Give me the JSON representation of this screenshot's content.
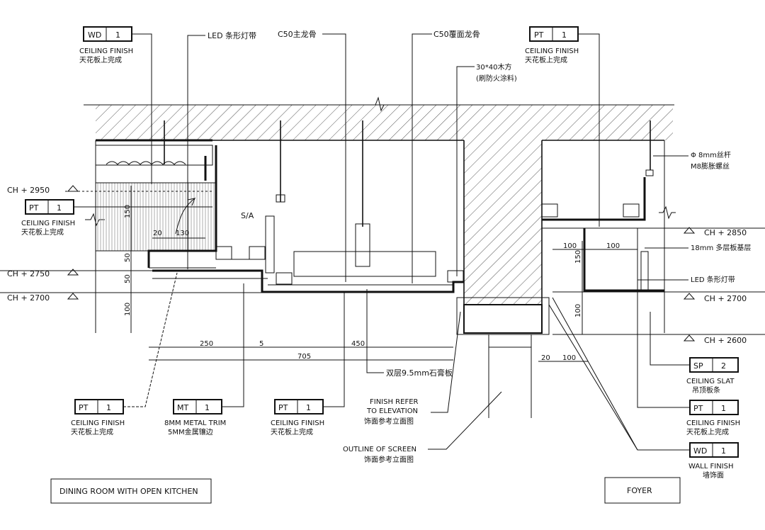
{
  "tags": {
    "wd_top": {
      "code": "WD",
      "num": "1",
      "en": "CEILING FINISH",
      "cn": "天花板上完成"
    },
    "pt_top": {
      "code": "PT",
      "num": "1",
      "en": "CEILING FINISH",
      "cn": "天花板上完成"
    },
    "pt_left": {
      "code": "PT",
      "num": "1",
      "en": "CEILING FINISH",
      "cn": "天花板上完成"
    },
    "pt_bottom1": {
      "code": "PT",
      "num": "1",
      "en": "CEILING FINISH",
      "cn": "天花板上完成"
    },
    "mt_bottom": {
      "code": "MT",
      "num": "1",
      "en": "8MM METAL TRIM",
      "cn": "5MM金属镶边"
    },
    "pt_bottom2": {
      "code": "PT",
      "num": "1",
      "en": "CEILING FINISH",
      "cn": "天花板上完成"
    },
    "sp_right": {
      "code": "SP",
      "num": "2",
      "en": "CEILING SLAT",
      "cn": "吊顶板条"
    },
    "pt_right": {
      "code": "PT",
      "num": "1",
      "en": "CEILING FINISH",
      "cn": "天花板上完成"
    },
    "wd_right": {
      "code": "WD",
      "num": "1",
      "en": "WALL FINISH",
      "cn": "墙饰面"
    }
  },
  "notes": {
    "led": "LED 条形灯带",
    "c50_a": "C50主龙骨",
    "c50_b": "C50覆面龙骨",
    "wood_1": "30*40木方",
    "wood_2": "(刷防火涂料)",
    "rod_1": "Φ 8mm丝杆",
    "rod_2": "M8膨胀螺丝",
    "plywood": "18mm 多层板基层",
    "led_right": "LED 条形灯带",
    "gypsum": "双层9.5mm石膏板",
    "finish_ref_1": "FINISH REFER",
    "finish_ref_2": "TO ELEVATION",
    "finish_ref_cn": "饰面参考立面图",
    "screen_1": "OUTLINE OF SCREEN",
    "screen_cn": "饰面参考立面图",
    "sa": "S/A"
  },
  "levels": {
    "ch2950": "CH + 2950",
    "ch2750": "CH + 2750",
    "ch2700_l": "CH + 2700",
    "ch2850": "CH + 2850",
    "ch2700_r": "CH + 2700",
    "ch2600": "CH + 2600"
  },
  "dims": {
    "d150": "150",
    "d50a": "50",
    "d50b": "50",
    "d100": "100",
    "d20a": "20",
    "d130": "130",
    "d250": "250",
    "d5": "5",
    "d450": "450",
    "d705": "705",
    "d100r1": "100",
    "d100r2": "100",
    "d150r": "150",
    "d100r3": "100",
    "d20b": "20",
    "d100r4": "100"
  },
  "titles": {
    "left": "DINING ROOM WITH OPEN KITCHEN",
    "right": "FOYER"
  }
}
